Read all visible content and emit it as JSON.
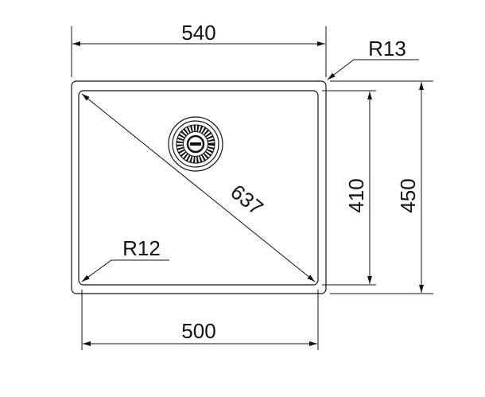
{
  "drawing": {
    "title": "Sink dimension drawing",
    "dimensions": {
      "outer_width": "540",
      "inner_width": "500",
      "inner_height": "410",
      "outer_height": "450",
      "diagonal": "637",
      "outer_radius": "R13",
      "inner_radius": "R12"
    }
  }
}
